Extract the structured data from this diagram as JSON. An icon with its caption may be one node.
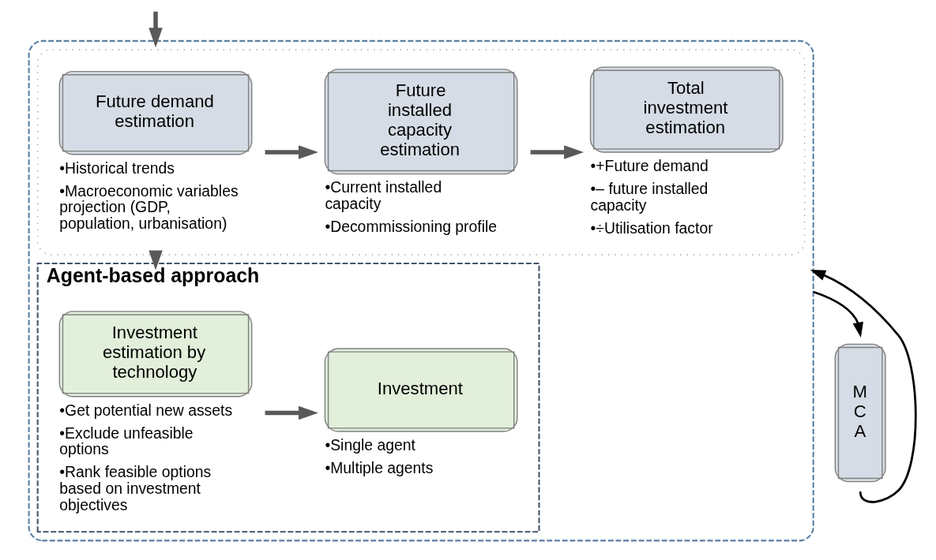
{
  "diagram": {
    "nodes": [
      {
        "text": [],
        "shape": "box"
      },
      {
        "text": [],
        "shape": "box",
        "in": 0
      },
      {
        "text": [
          "Future demand estimation"
        ],
        "in": 1,
        "beside": [
          "•Historical trends",
          "•Macroeconomic variables projection (GDP, population, urbanisation)"
        ]
      },
      {
        "text": [
          "Future installed capacity estimation"
        ],
        "in": 1,
        "beside": [
          "•Current installed capacity",
          "•Decommissioning profile"
        ]
      },
      {
        "text": [
          "Total investment estimation"
        ],
        "in": 1,
        "beside": [
          "•+Future demand",
          "•– future installed capacity",
          "•÷Utilisation factor"
        ]
      },
      {
        "text": [
          "Agent-based approach"
        ],
        "in": 0
      },
      {
        "text": [
          "Investment estimation by technology"
        ],
        "in": 5,
        "beside": [
          "•Get potential new assets",
          "•Exclude unfeasible options",
          "•Rank feasible options based on investment objectives"
        ]
      },
      {
        "text": [
          "Investment"
        ],
        "in": 5,
        "beside": [
          "•Single agent",
          "•Multiple agents"
        ]
      },
      {
        "text": [
          "M C A"
        ]
      }
    ],
    "edges": [
      {
        "from": null,
        "to": 0,
        "arrow": "to"
      },
      {
        "from": 2,
        "to": 3,
        "arrow": "to"
      },
      {
        "from": 3,
        "to": 4,
        "arrow": "to"
      },
      {
        "from": 1,
        "to": 5,
        "arrow": "to"
      },
      {
        "from": 6,
        "to": 7,
        "arrow": "to"
      },
      {
        "from": 0,
        "to": 8,
        "arrow": "to",
        "color": "#000000"
      },
      {
        "from": 8,
        "to": 0,
        "arrow": "to",
        "color": "#000000"
      }
    ]
  }
}
